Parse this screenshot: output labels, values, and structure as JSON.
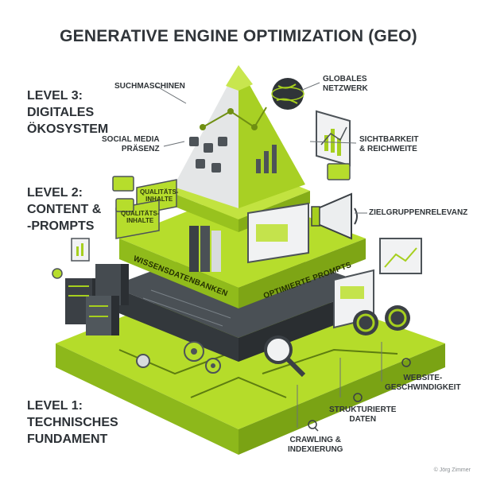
{
  "title": "GENERATIVE ENGINE OPTIMIZATION (GEO)",
  "levels": {
    "level3": [
      "LEVEL 3:",
      "DIGITALES",
      "ÖKOSYSTEM"
    ],
    "level2": [
      "LEVEL 2:",
      "CONTENT &",
      "-PROMPTS"
    ],
    "level1": [
      "LEVEL 1:",
      "TECHNISCHES",
      "FUNDAMENT"
    ]
  },
  "labels": {
    "suchmaschinen": "SUCHMASCHINEN",
    "globales": [
      "GLOBALES",
      "NETZWERK"
    ],
    "social": [
      "SOCIAL MEDIA",
      "PRÄSENZ"
    ],
    "sichtbarkeit": [
      "SICHTBARKEIT",
      "& REICHWEITE"
    ],
    "zielgruppen": "ZIELGRUPPENRELEVANZ",
    "website": [
      "WEBSITE-",
      "GESCHWINDIGKEIT"
    ],
    "strukturierte": [
      "STRUKTURIERTE",
      "DATEN"
    ],
    "crawling": [
      "CRAWLING &",
      "INDEXIERUNG"
    ]
  },
  "badges": {
    "qualitaet1": [
      "QUALITÄTS-",
      "INHALTE"
    ],
    "qualitaet2": [
      "QUALITÄTS-",
      "INHALTE"
    ]
  },
  "bands": {
    "wissensdatenbanken": "WISSENSDATENBANKEN",
    "optimierte": "OPTIMIERTE PROMPTS"
  },
  "copyright": "© Jörg Zimmer",
  "colors": {
    "lime": "#a6cf1e",
    "lime_light": "#c4e34c",
    "lime_dark": "#7fa514",
    "dark": "#3a3f44",
    "grey": "#d8dbdd"
  }
}
